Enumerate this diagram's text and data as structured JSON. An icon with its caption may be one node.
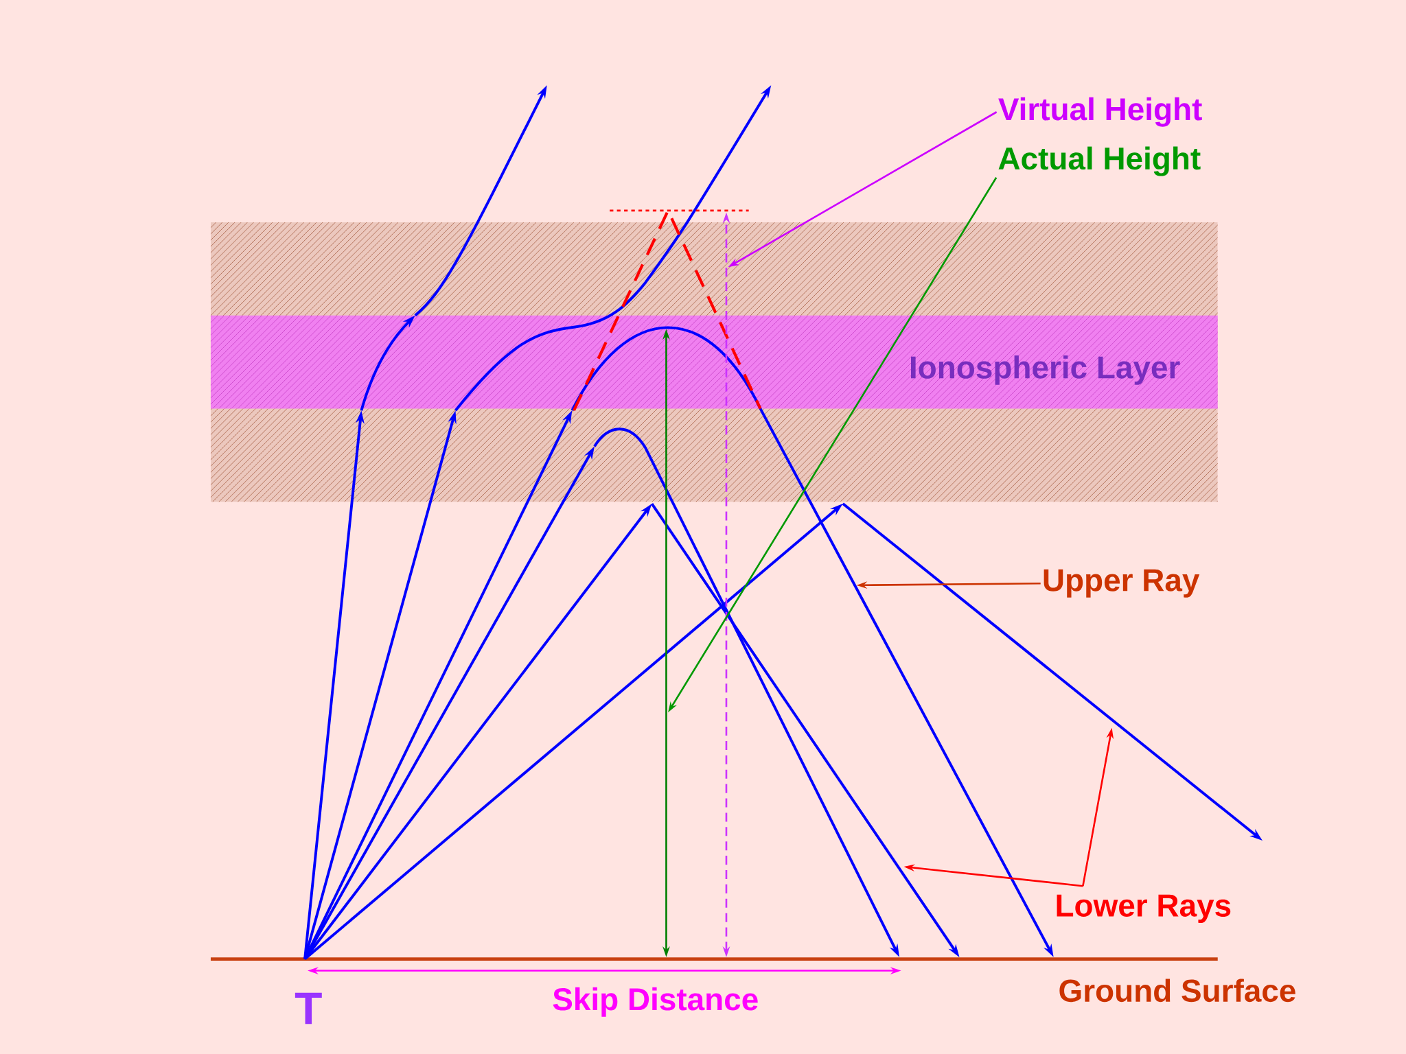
{
  "diagram": {
    "nodes": [
      {
        "text": [
          "Virtual Height"
        ]
      },
      {
        "text": [
          "Actual Height"
        ]
      },
      {
        "text": [
          "Upper Ray"
        ]
      },
      {
        "text": [
          "Lower Rays"
        ]
      },
      {
        "text": [
          "Ionospheric Layer"
        ]
      }
    ],
    "edges": [
      {
        "from": 0,
        "to": null,
        "arrow": "to",
        "color": "#cc00ff"
      },
      {
        "from": 1,
        "to": null,
        "arrow": "to",
        "color": "#009900"
      },
      {
        "from": 2,
        "to": null,
        "arrow": "to",
        "color": "#cc3300"
      },
      {
        "from": 3,
        "to": null,
        "arrow": "to",
        "color": "#ff0000"
      },
      {
        "from": 3,
        "to": null,
        "arrow": "to",
        "color": "#ff0000"
      }
    ],
    "labels": [
      "T",
      "Skip Distance",
      "Ground Surface"
    ]
  }
}
